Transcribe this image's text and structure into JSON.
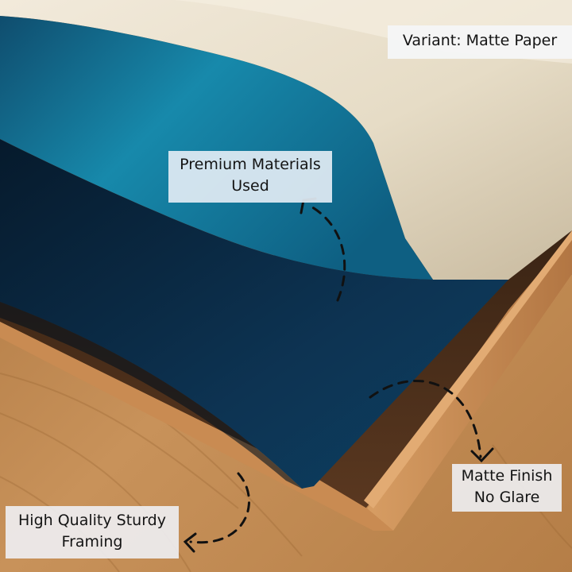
{
  "labels": {
    "variant": "Variant: Matte Paper",
    "premium": [
      "Premium Materials",
      "Used"
    ],
    "matte": [
      "Matte Finish",
      "No Glare"
    ],
    "framing": [
      "High Quality Sturdy",
      "Framing"
    ]
  },
  "colors": {
    "paper_cream": "#e9e0cc",
    "teal_light": "#1584a6",
    "navy_dark": "#0b2740",
    "wood": "#b8834f",
    "label_bg": "#eef0f4",
    "arrow": "#111111"
  }
}
